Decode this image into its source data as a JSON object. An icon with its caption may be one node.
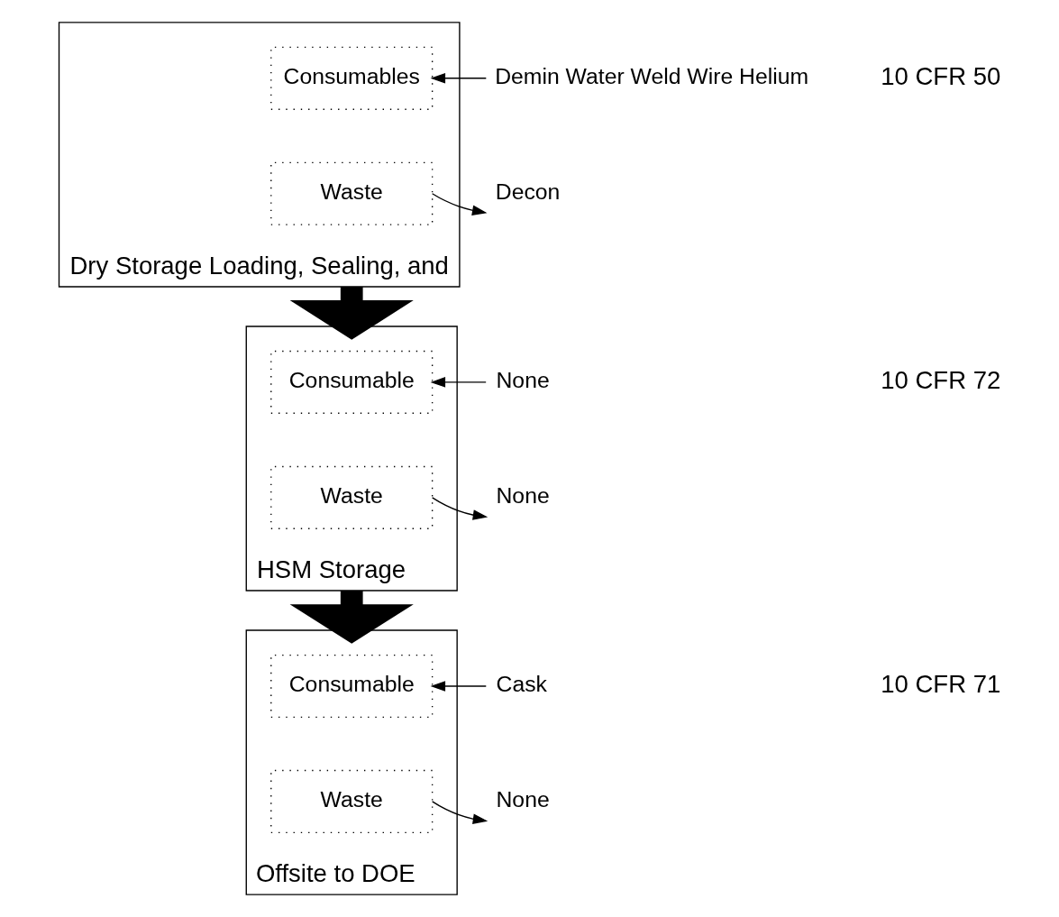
{
  "diagram": {
    "nodes": [
      {
        "text": [
          "Dry Storage Loading, Sealing, and"
        ]
      },
      {
        "text": [
          "Consumables"
        ],
        "in": 0
      },
      {
        "text": [
          "Waste"
        ],
        "in": 0
      },
      {
        "text": [
          "Demin Water Weld Wire Helium"
        ]
      },
      {
        "text": [
          "Decon"
        ]
      },
      {
        "text": [
          "HSM Storage"
        ]
      },
      {
        "text": [
          "Consumable"
        ],
        "in": 5
      },
      {
        "text": [
          "Waste"
        ],
        "in": 5
      },
      {
        "text": [
          "None"
        ]
      },
      {
        "text": [
          "None"
        ]
      },
      {
        "text": [
          "Offsite to DOE"
        ]
      },
      {
        "text": [
          "Consumable"
        ],
        "in": 10
      },
      {
        "text": [
          "Waste"
        ],
        "in": 10
      },
      {
        "text": [
          "Cask"
        ]
      },
      {
        "text": [
          "None"
        ]
      }
    ],
    "edges": [
      {
        "from": 3,
        "to": 1,
        "arrow": "to"
      },
      {
        "from": 2,
        "to": 4,
        "arrow": "to"
      },
      {
        "from": 0,
        "to": 5,
        "arrow": "to",
        "style": "thick"
      },
      {
        "from": 8,
        "to": 6,
        "arrow": "to"
      },
      {
        "from": 7,
        "to": 9,
        "arrow": "to"
      },
      {
        "from": 5,
        "to": 10,
        "arrow": "to",
        "style": "thick"
      },
      {
        "from": 13,
        "to": 11,
        "arrow": "to"
      },
      {
        "from": 12,
        "to": 14,
        "arrow": "to"
      }
    ],
    "labels": [
      "10 CFR 50",
      "10 CFR 72",
      "10 CFR 71"
    ]
  }
}
